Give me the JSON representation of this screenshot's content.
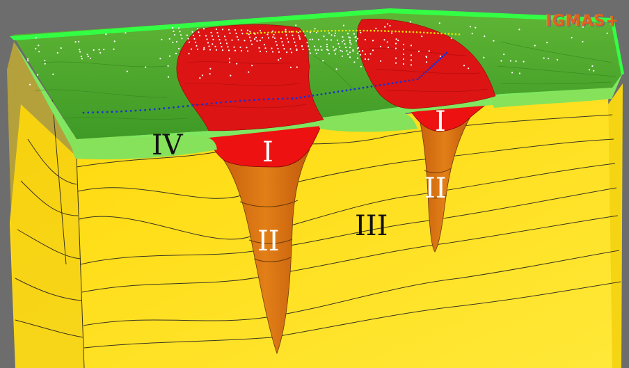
{
  "logo": "IGMAS+",
  "units": {
    "I": "I",
    "II": "II",
    "III": "III",
    "IV": "IV"
  },
  "colors": {
    "background": "#6d6d6d",
    "surface_green": "#3fae2a",
    "top_rim": "#33ff44",
    "layer_I": "#ee1111",
    "layer_II": "#d97a14",
    "layer_III": "#ffe420",
    "station_dots": "#ffffff",
    "profile_blue": "#1a2fd0",
    "profile_yellow": "#e5e500"
  }
}
